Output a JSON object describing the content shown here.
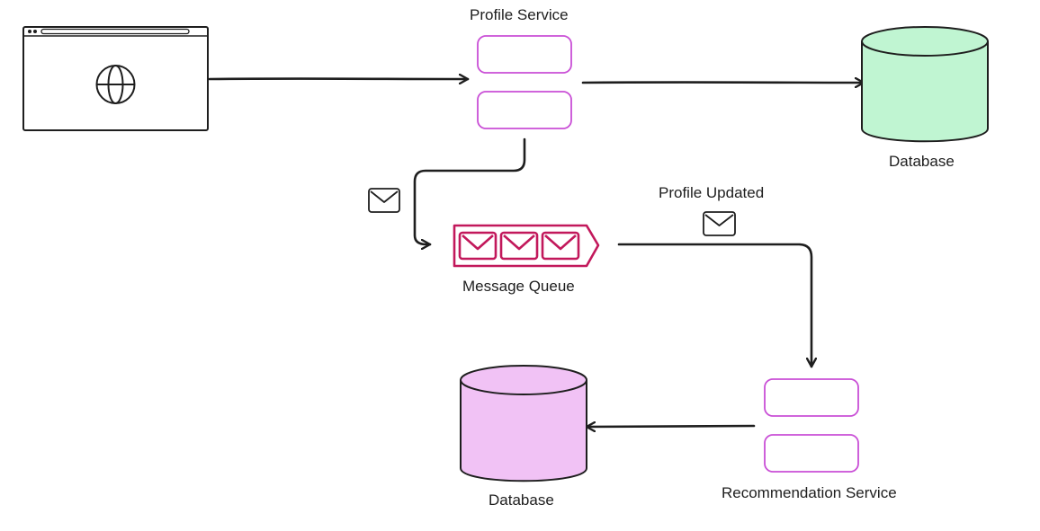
{
  "labels": {
    "profile_service": "Profile Service",
    "database_top": "Database",
    "message_queue": "Message Queue",
    "profile_updated": "Profile Updated",
    "database_bottom": "Database",
    "recommendation_service": "Recommendation Service"
  },
  "icons": {
    "browser": "browser-window-icon",
    "globe": "globe-icon",
    "envelope": "envelope-icon",
    "queue": "message-queue-icon"
  },
  "colors": {
    "stroke": "#1e1e1e",
    "service_border": "#c94fd6",
    "queue": "#c2185b",
    "db_green": "#c0f5d2",
    "db_pink": "#f1c2f5"
  }
}
